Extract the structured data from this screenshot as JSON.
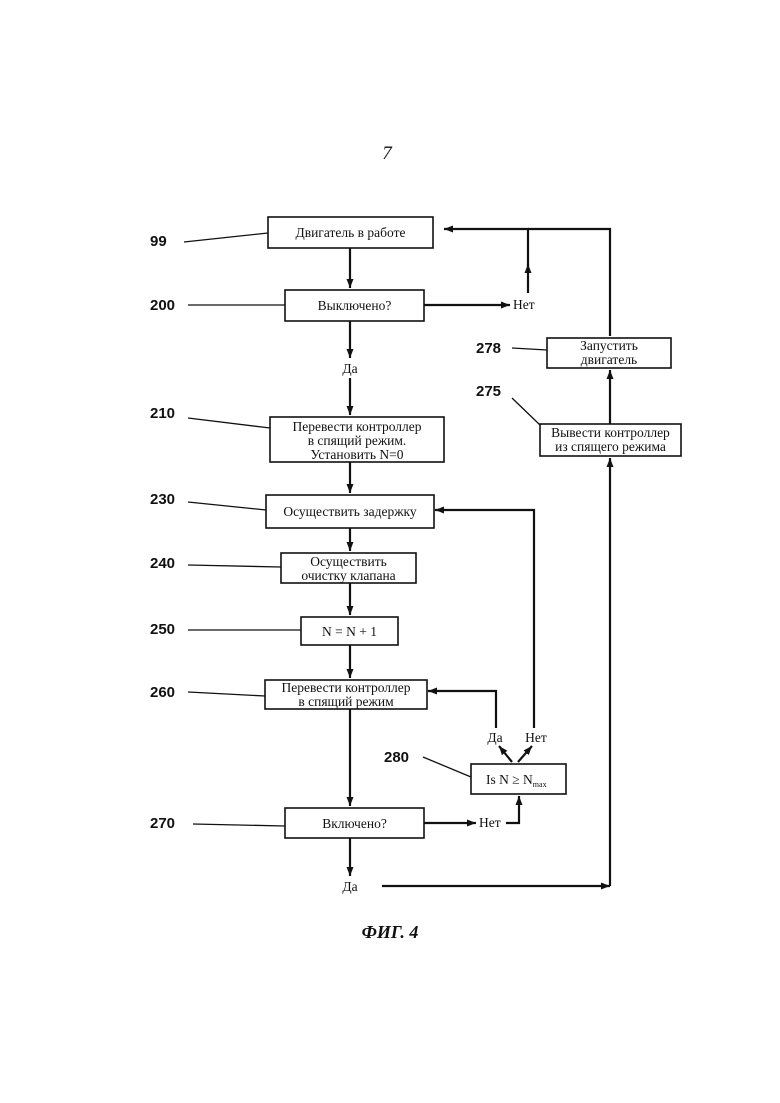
{
  "page_number": "7",
  "figure_caption": "ФИГ. 4",
  "nodes": {
    "n99": {
      "ref": "99",
      "lines": [
        "Двигатель в работе"
      ]
    },
    "n200": {
      "ref": "200",
      "lines": [
        "Выключено?"
      ]
    },
    "n210": {
      "ref": "210",
      "lines": [
        "Перевести контроллер",
        "в спящий режим.",
        "Установить N=0"
      ]
    },
    "n230": {
      "ref": "230",
      "lines": [
        "Осуществить задержку"
      ]
    },
    "n240": {
      "ref": "240",
      "lines": [
        "Осуществить",
        "очистку клапана"
      ]
    },
    "n250": {
      "ref": "250",
      "lines": [
        "N = N + 1"
      ]
    },
    "n260": {
      "ref": "260",
      "lines": [
        "Перевести контроллер",
        "в спящий режим"
      ]
    },
    "n270": {
      "ref": "270",
      "lines": [
        "Включено?"
      ]
    },
    "n280": {
      "ref": "280",
      "text": "Is N ≥ N",
      "subscript": "max"
    },
    "n275": {
      "ref": "275",
      "lines": [
        "Вывести контроллер",
        "из спящего режима"
      ]
    },
    "n278": {
      "ref": "278",
      "lines": [
        "Запустить",
        "двигатель"
      ]
    }
  },
  "labels": {
    "no_200": "Нет",
    "yes_200": "Да",
    "no_270": "Нет",
    "yes_270": "Да",
    "yes_280": "Да",
    "no_280": "Нет"
  }
}
